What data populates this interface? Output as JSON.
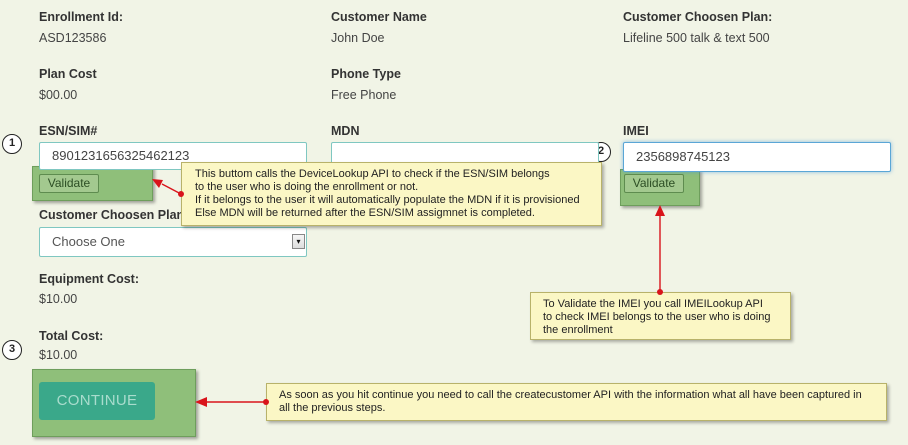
{
  "info": {
    "enrollment_id_label": "Enrollment Id:",
    "enrollment_id_value": "ASD123586",
    "customer_name_label": "Customer Name",
    "customer_name_value": "John Doe",
    "plan_label": "Customer Choosen Plan:",
    "plan_value": "Lifeline 500 talk & text 500",
    "plan_cost_label": "Plan Cost",
    "plan_cost_value": "$00.00",
    "phone_type_label": "Phone Type",
    "phone_type_value": "Free Phone"
  },
  "device": {
    "esn_label": "ESN/SIM#",
    "esn_value": "8901231656325462123",
    "mdn_label": "MDN",
    "mdn_value": "",
    "imei_label": "IMEI",
    "imei_value": "2356898745123",
    "validate_label": "Validate"
  },
  "plan_select": {
    "label": "Customer Choosen Plan:",
    "selected": "Choose One",
    "arrow_icon": "▾"
  },
  "costs": {
    "equipment_label": "Equipment Cost:",
    "equipment_value": "$10.00",
    "total_label": "Total Cost:",
    "total_value": "$10.00"
  },
  "continue_label": "CONTINUE",
  "markers": [
    "1",
    "2",
    "3"
  ],
  "notes": {
    "esn": [
      "This buttom calls the DeviceLookup API to check if the ESN/SIM belongs",
      "to the user who is doing the enrollment or not.",
      "If it belongs to the user it will automatically populate the MDN if it is provisioned",
      "Else MDN will be returned after the ESN/SIM assigmnet is completed."
    ],
    "imei": [
      "To Validate the IMEI you call IMEILookup API",
      "to check IMEI belongs to the user who is doing",
      "the enrollment"
    ],
    "continue": [
      "As soon as you hit continue you need to call the createcustomer API with the information what all have been captured in",
      "all the previous steps."
    ]
  },
  "colors": {
    "background": "#f1f4e6",
    "highlight_green": "#8fbf7a",
    "note_yellow": "#fbf7c5",
    "continue_button": "#3aa88a",
    "arrow_red": "#d9141b"
  }
}
